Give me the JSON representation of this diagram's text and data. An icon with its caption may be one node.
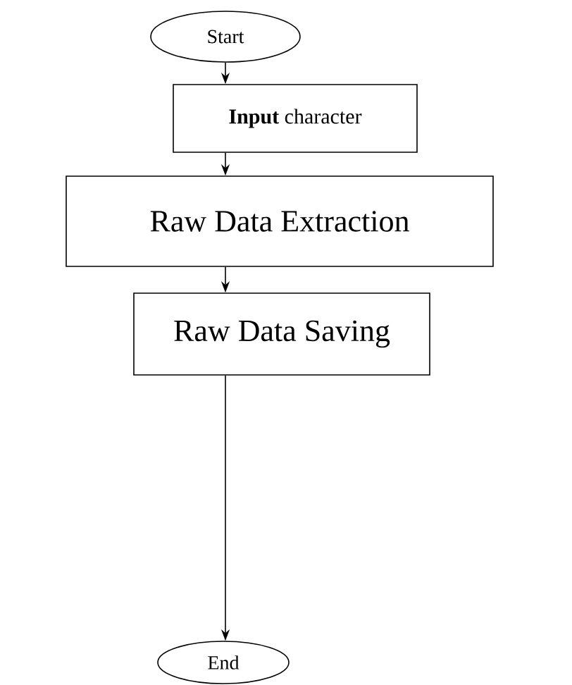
{
  "diagram": {
    "nodes": [
      {
        "text": [
          "Start"
        ]
      },
      {
        "text": [
          "**Input** character"
        ]
      },
      {
        "text": [
          "Raw Data Extraction"
        ]
      },
      {
        "text": [
          "Raw Data Saving"
        ]
      },
      {
        "text": [
          "End"
        ]
      }
    ],
    "edges": [
      {
        "from": 0,
        "to": 1,
        "arrow": "to"
      },
      {
        "from": 1,
        "to": 2,
        "arrow": "to"
      },
      {
        "from": 2,
        "to": 3,
        "arrow": "to"
      },
      {
        "from": 3,
        "to": 4,
        "arrow": "to"
      }
    ]
  }
}
